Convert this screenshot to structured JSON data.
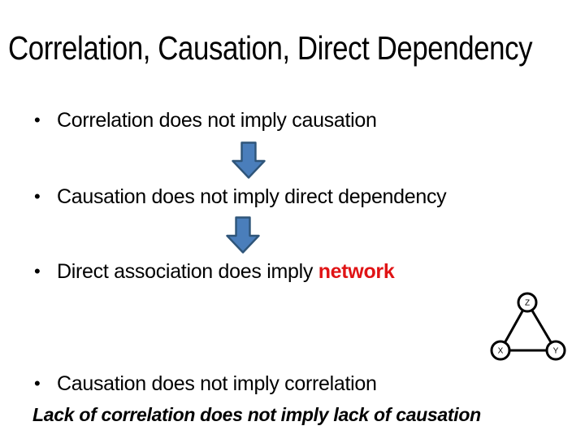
{
  "slide": {
    "title": "Correlation, Causation, Direct Dependency",
    "bullet_char": "•",
    "bullets": [
      {
        "prefix": "Correlation does not imply causation",
        "highlight": ""
      },
      {
        "prefix": "Causation does not imply direct dependency",
        "highlight": ""
      },
      {
        "prefix": "Direct association does imply ",
        "highlight": "network"
      },
      {
        "prefix": "Causation does not imply correlation",
        "highlight": ""
      }
    ],
    "footnote": "Lack of correlation does not imply lack of causation",
    "colors": {
      "text": "#000000",
      "highlight_red": "#e01315",
      "arrow_fill": "#4a7ebb",
      "arrow_border": "#2f5579",
      "diagram_stroke": "#000000",
      "background": "#ffffff"
    },
    "diagram": {
      "nodes": [
        {
          "label": "Z"
        },
        {
          "label": "X"
        },
        {
          "label": "Y"
        }
      ],
      "edges": [
        "Z-X",
        "Z-Y",
        "X-Y"
      ]
    }
  }
}
